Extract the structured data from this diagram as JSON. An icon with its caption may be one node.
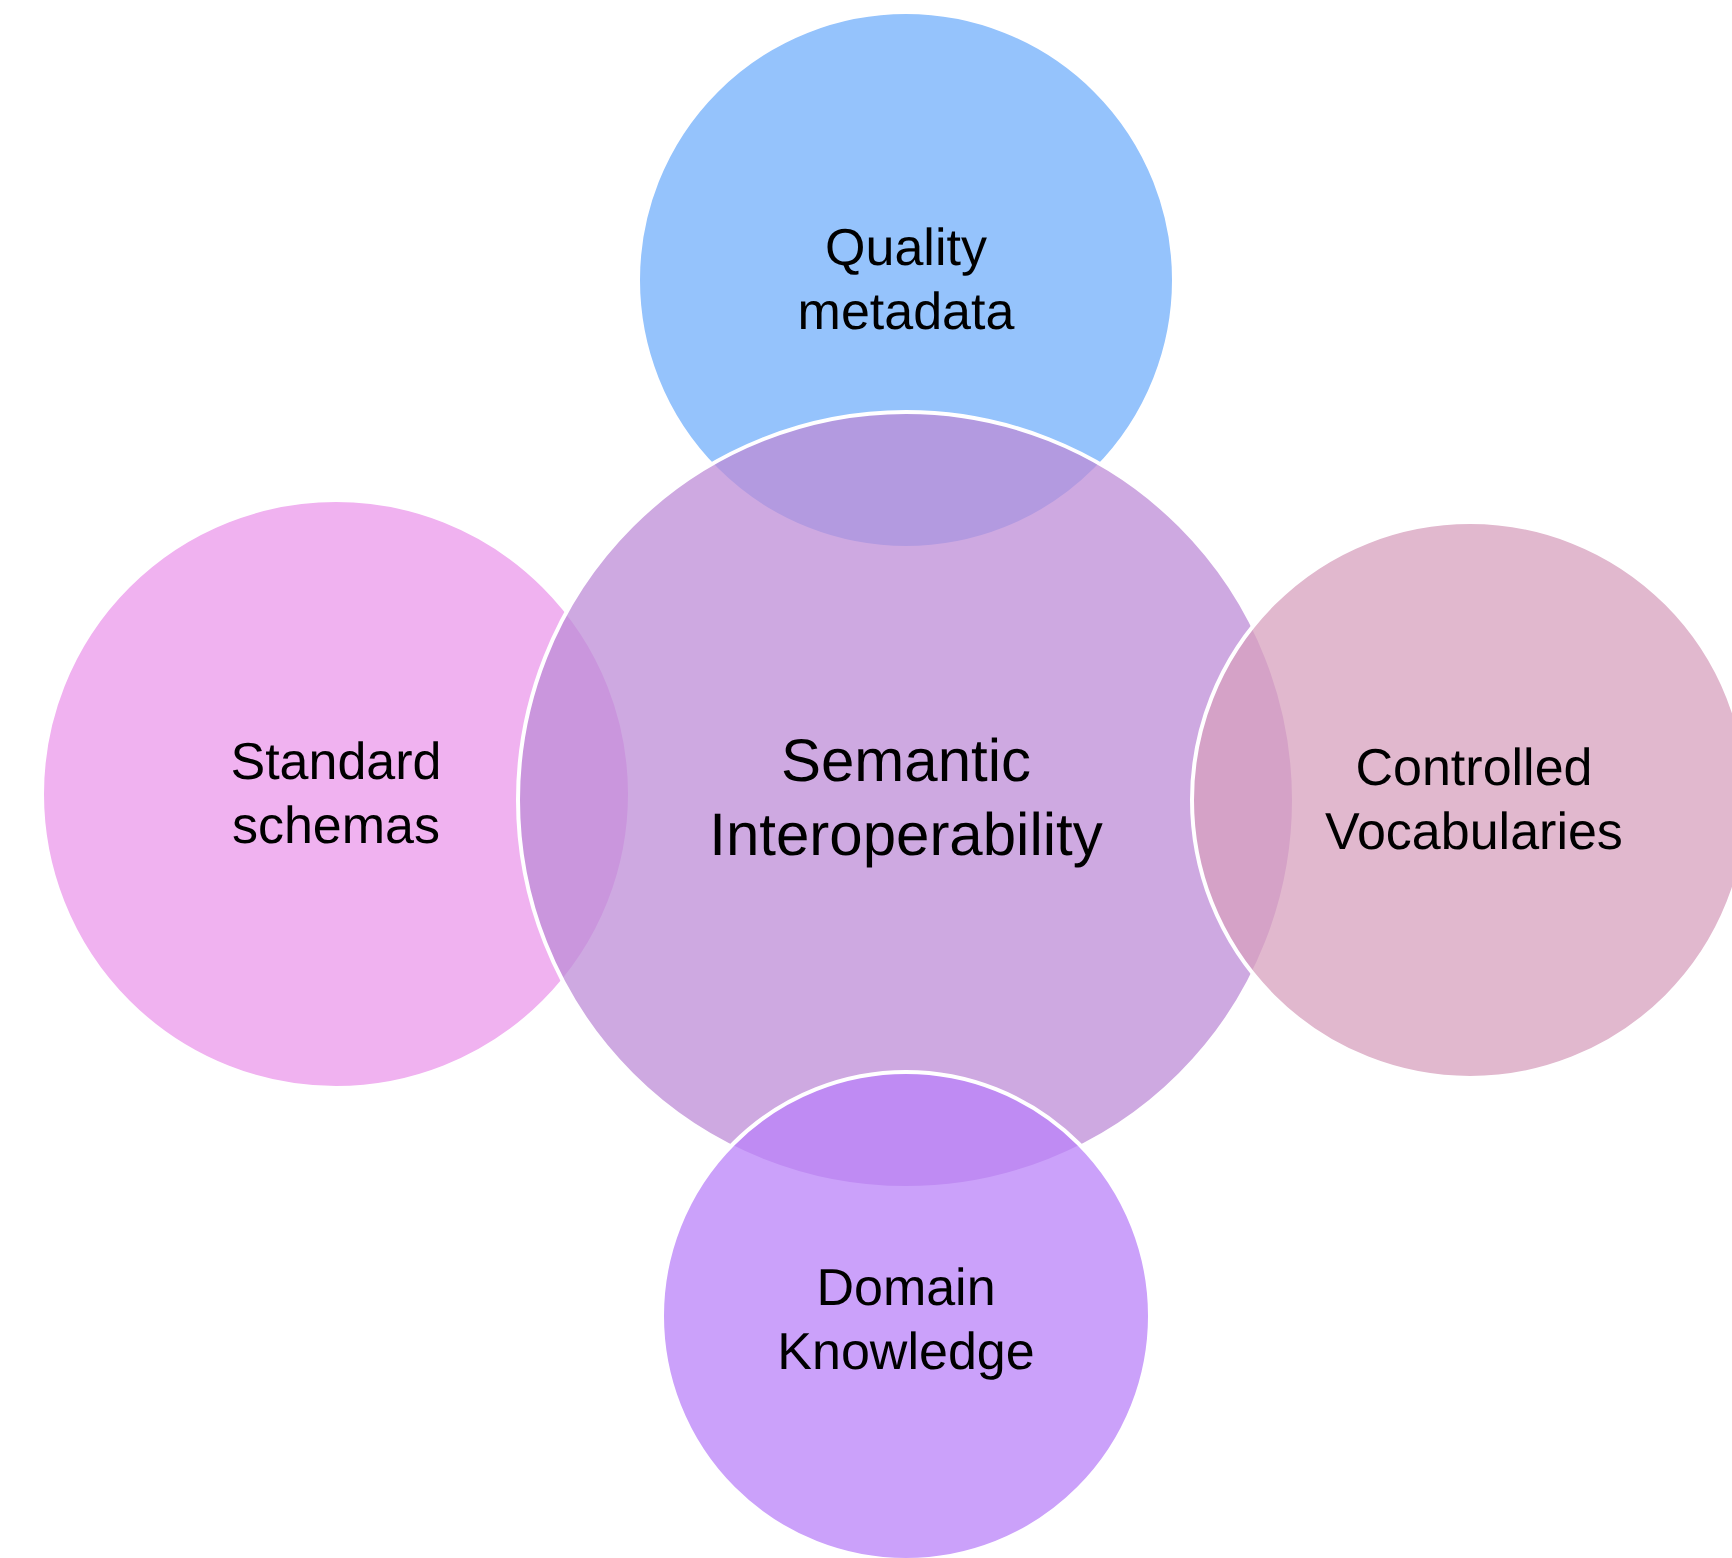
{
  "diagram": {
    "nodes": [
      {
        "text": [
          "Quality metadata"
        ]
      },
      {
        "text": [
          "Standard schemas"
        ]
      },
      {
        "text": [
          "Semantic Interoperability"
        ]
      },
      {
        "text": [
          "Controlled Vocabularies"
        ]
      },
      {
        "text": [
          "Domain Knowledge"
        ]
      }
    ]
  }
}
